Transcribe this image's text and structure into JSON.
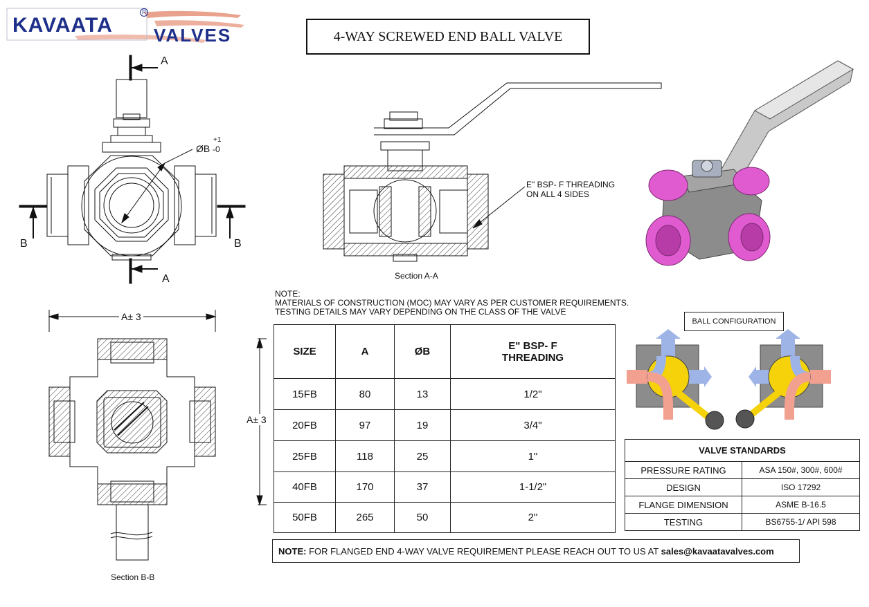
{
  "logo": {
    "brand": "KAVAATA",
    "reg": "R",
    "sub": "VALVES"
  },
  "title": "4-WAY SCREWED END BALL VALVE",
  "front_view": {
    "section_mark_top": "A",
    "section_mark_bottom": "A",
    "section_mark_left": "B",
    "section_mark_right": "B",
    "diameter_label": "ØB",
    "tol_plus": "+1",
    "tol_minus": "-0"
  },
  "section_aa": {
    "caption": "Section A-A",
    "thread_note_line1": "E\" BSP- F THREADING",
    "thread_note_line2": "ON ALL 4 SIDES"
  },
  "section_bb": {
    "caption": "Section B-B",
    "dim_horizontal": "A± 3",
    "dim_vertical": "A± 3"
  },
  "note": {
    "heading": "NOTE:",
    "line1": "MATERIALS OF CONSTRUCTION (MOC) MAY VARY AS PER CUSTOMER REQUIREMENTS.",
    "line2": "TESTING DETAILS MAY VARY DEPENDING ON THE CLASS OF THE VALVE"
  },
  "dimension_table": {
    "headers": [
      "SIZE",
      "A",
      "ØB",
      "E\" BSP- F THREADING"
    ],
    "rows": [
      [
        "15FB",
        "80",
        "13",
        "1/2\""
      ],
      [
        "20FB",
        "97",
        "19",
        "3/4\""
      ],
      [
        "25FB",
        "118",
        "25",
        "1\""
      ],
      [
        "40FB",
        "170",
        "37",
        "1-1/2\""
      ],
      [
        "50FB",
        "265",
        "50",
        "2\""
      ]
    ]
  },
  "ball_config": {
    "label": "BALL CONFIGURATION"
  },
  "standards": {
    "title": "VALVE STANDARDS",
    "rows": [
      [
        "PRESSURE RATING",
        "ASA 150#, 300#, 600#"
      ],
      [
        "DESIGN",
        "ISO 17292"
      ],
      [
        "FLANGE DIMENSION",
        "ASME B-16.5"
      ],
      [
        "TESTING",
        "BS6755-1/ API 598"
      ]
    ]
  },
  "footer": {
    "prefix": "NOTE:",
    "text": " FOR FLANGED END 4-WAY VALVE REQUIREMENT PLEASE REACH OUT TO US AT ",
    "email": "sales@kavaatavalves.com"
  },
  "colors": {
    "brand_blue": "#1e2f8a",
    "brand_red": "#d9553a",
    "valve_pink": "#e05ad0",
    "ball_yellow": "#f5d20a",
    "flow_blue": "#9fb4e6",
    "flow_pink": "#f2a090",
    "body_grey": "#8c8c8c"
  }
}
